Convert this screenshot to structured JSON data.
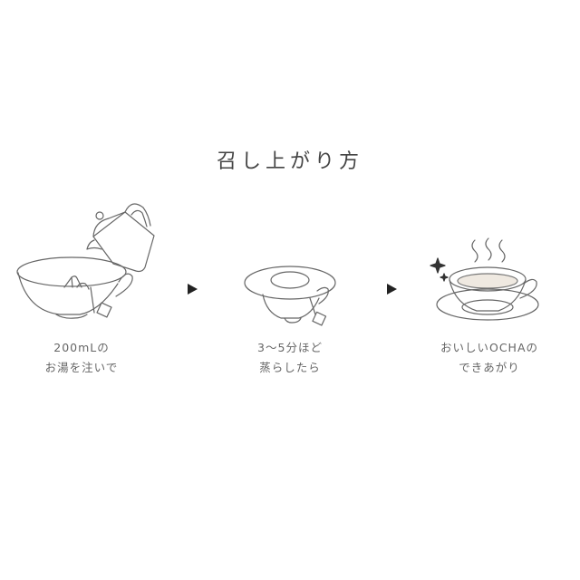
{
  "title": "召し上がり方",
  "steps": [
    {
      "icon": "teapot-pouring-into-cup-icon",
      "line1": "200mLの",
      "line2": "お湯を注いで"
    },
    {
      "icon": "covered-cup-steeping-icon",
      "line1": "3〜5分ほど",
      "line2": "蒸らしたら"
    },
    {
      "icon": "steaming-tea-cup-icon",
      "line1": "おいしいOCHAの",
      "line2": "できあがり"
    }
  ],
  "arrows": [
    "arrow-right-icon",
    "arrow-right-icon"
  ],
  "colors": {
    "stroke": "#666666",
    "arrow": "#222222",
    "tea": "#efe9e1",
    "text": "#666666"
  }
}
